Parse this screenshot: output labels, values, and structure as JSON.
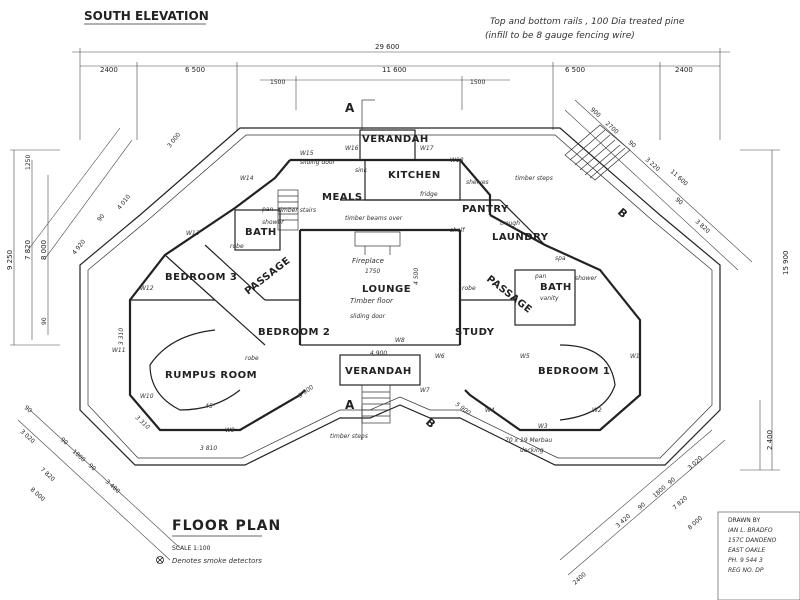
{
  "header": {
    "elevation_label": "SOUTH ELEVATION",
    "note_line1": "Top and bottom rails , 100 Dia treated pine",
    "note_line2": "(infill to be 8 gauge fencing wire)"
  },
  "dimensions_top": {
    "overall": "29 600",
    "segments": [
      "2400",
      "6 500",
      "11 600",
      "6 500",
      "2400"
    ],
    "sub": [
      "1500",
      "1500"
    ]
  },
  "dimensions_left": [
    "9 250",
    "1250",
    "7 820",
    "8 000",
    "90"
  ],
  "dimensions_right": [
    "15 900",
    "2 400"
  ],
  "dimensions_diag_ur": [
    "900",
    "2700",
    "90",
    "3 220",
    "90",
    "3 820",
    "11 600"
  ],
  "dimensions_diag_ul": [
    "3 000",
    "4 010",
    "90",
    "4 920"
  ],
  "dimensions_diag_ll": [
    "90",
    "3 020",
    "90",
    "1800",
    "90",
    "3 480",
    "7 820",
    "8 000"
  ],
  "dimensions_diag_lr": [
    "3 420",
    "90",
    "1800",
    "90",
    "3 020",
    "7 820",
    "8 000",
    "2400"
  ],
  "section_marks": [
    "A",
    "A",
    "B",
    "B"
  ],
  "rooms": {
    "verandah_top": "VERANDAH",
    "kitchen": "KITCHEN",
    "meals": "MEALS",
    "pantry": "PANTRY",
    "laundry": "LAUNDRY",
    "bath_left": "BATH",
    "bath_right": "BATH",
    "bedroom3": "BEDROOM 3",
    "bedroom2": "BEDROOM 2",
    "bedroom1": "BEDROOM 1",
    "passage_left": "PASSAGE",
    "passage_right": "PASSAGE",
    "lounge": "LOUNGE",
    "study": "STUDY",
    "rumpus": "RUMPUS ROOM",
    "verandah_bottom": "VERANDAH"
  },
  "annotations": {
    "sliding_door_top": "sliding door",
    "sink": "sink",
    "fridge": "fridge",
    "shelves": "shelves",
    "timber_steps_top": "timber steps",
    "timber_stairs": "timber stairs",
    "timber_beams": "timber beams over",
    "shelf": "shelf",
    "trough": "trough",
    "fireplace": "Fireplace",
    "fireplace_dim": "1750",
    "lounge_dim": "4 500",
    "timber_floor": "Timber floor",
    "sliding_door_mid": "sliding door",
    "robe_left": "robe",
    "robe_right": "robe",
    "robe_b2": "robe",
    "vanity": "vanity",
    "shower_l": "shower",
    "shower_r": "shower",
    "pan_l": "pan",
    "pan_r": "pan",
    "spa": "spa",
    "w4900": "4 900",
    "w3810": "3 810",
    "w3310": "3 310",
    "w3310b": "3 310",
    "w5900": "5 900",
    "w5900b": "5 900",
    "timber_steps_bottom": "timber steps",
    "decking_l1": "70 x 19 Merbau",
    "decking_l2": "decking",
    "angle45": "45°"
  },
  "windows": [
    "W1",
    "W2",
    "W3",
    "W4",
    "W5",
    "W6",
    "W7",
    "W8",
    "W9",
    "W10",
    "W11",
    "W12",
    "W13",
    "W14",
    "W15",
    "W16",
    "W17",
    "W18"
  ],
  "footer": {
    "title": "FLOOR PLAN",
    "scale": "SCALE 1:100",
    "legend": "Denotes smoke detectors",
    "drawn_by": "DRAWN BY",
    "drawn_name": "IAN L. BRADFO",
    "drawn_addr1": "157C DANDENO",
    "drawn_addr2": "EAST OAKLE",
    "drawn_ph": "PH. 9 544 3",
    "drawn_reg": "REG NO. DP"
  }
}
